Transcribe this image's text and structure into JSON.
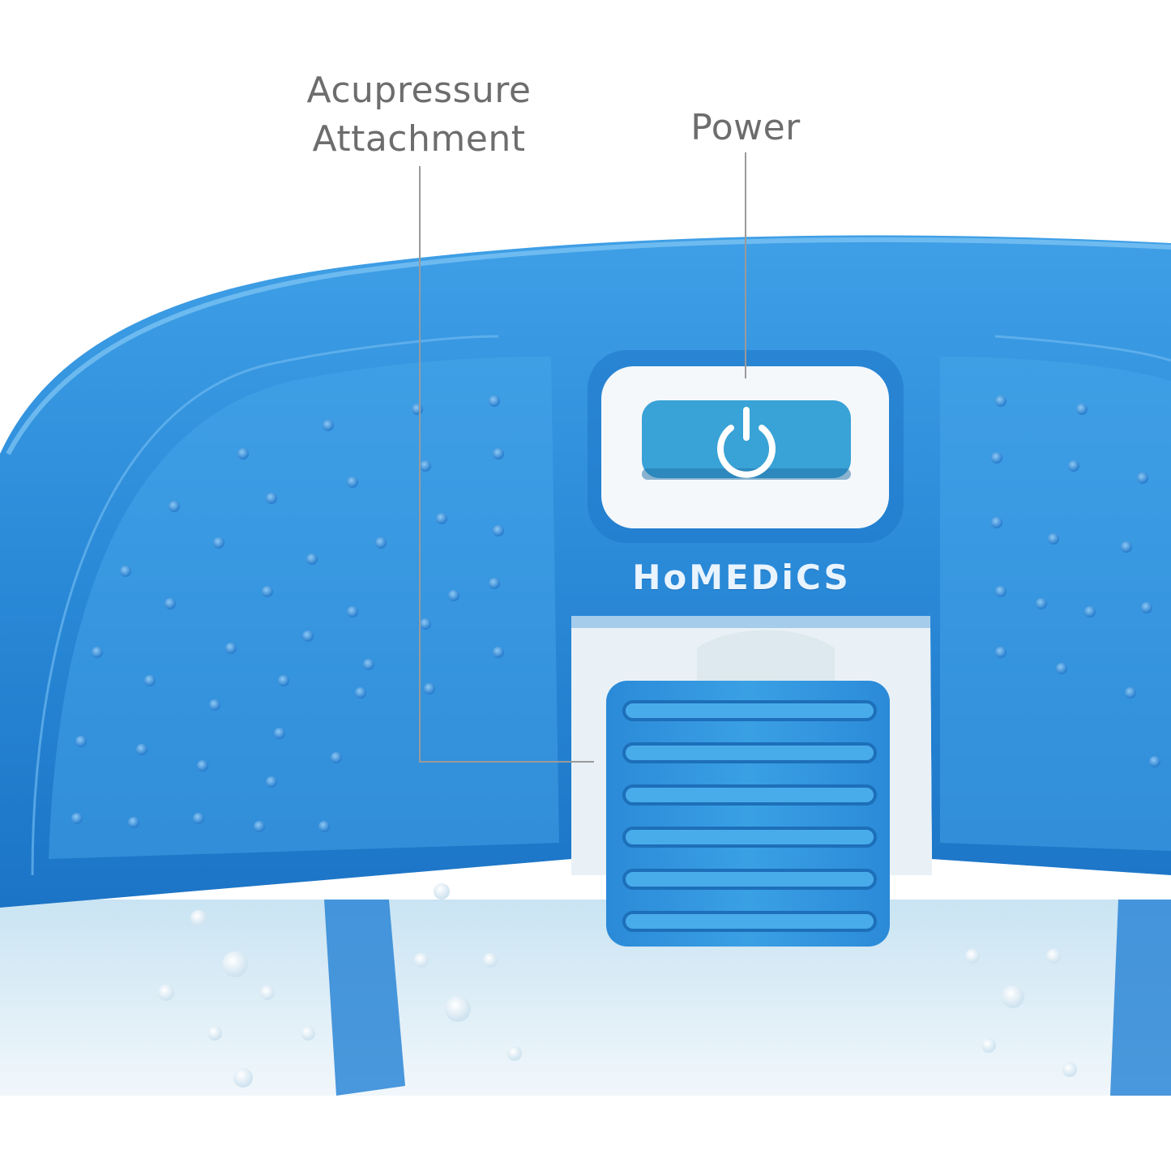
{
  "labels": {
    "acupressure": "Acupressure\nAttachment",
    "power": "Power"
  },
  "brand": "HoMEDiCS",
  "colors": {
    "basin_blue": "#2f8fdc",
    "rim_blue": "#1f7fd3",
    "button_teal": "#3aa4d8",
    "label_gray": "#6d6d6d",
    "basin_inner": "#dcecf5"
  },
  "icons": {
    "power_button": "power-icon"
  }
}
